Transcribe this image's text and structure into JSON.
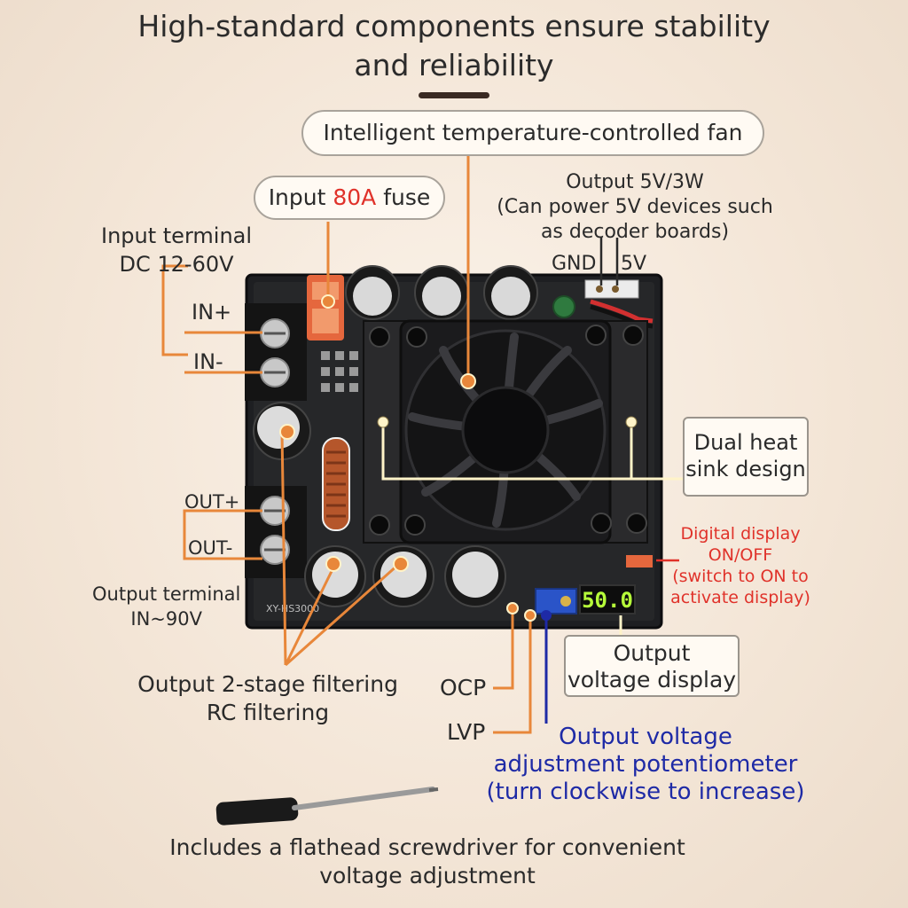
{
  "title_line1": "High-standard components ensure stability",
  "title_line2": "and reliability",
  "callouts": {
    "fan": "Intelligent temperature-controlled fan",
    "fuse_prefix": "Input ",
    "fuse_highlight": "80A",
    "fuse_suffix": " fuse",
    "input_terminal_1": "Input terminal",
    "input_terminal_2": "DC 12-60V",
    "in_plus": "IN+",
    "in_minus": "IN-",
    "output_5v_1": "Output 5V/3W",
    "output_5v_2": "(Can power 5V devices such",
    "output_5v_3": "as decoder boards)",
    "gnd": "GND",
    "five_v": "5V",
    "heat_sink_1": "Dual heat",
    "heat_sink_2": "sink design",
    "out_plus": "OUT+",
    "out_minus": "OUT-",
    "output_terminal_1": "Output terminal",
    "output_terminal_2": "IN~90V",
    "digital_display_1": "Digital display",
    "digital_display_2": "ON/OFF",
    "digital_display_3": "(switch to ON to",
    "digital_display_4": "activate display)",
    "filtering_1": "Output 2-stage filtering",
    "filtering_2": "RC filtering",
    "ocp": "OCP",
    "lvp": "LVP",
    "voltage_display_1": "Output",
    "voltage_display_2": "voltage display",
    "pot_1": "Output voltage",
    "pot_2": "adjustment potentiometer",
    "pot_3": "(turn clockwise to increase)",
    "screwdriver_1": "Includes a flathead screwdriver for convenient",
    "screwdriver_2": "voltage adjustment"
  },
  "board": {
    "model_text": "XY-HS3000",
    "display_reading": "50.0"
  },
  "colors": {
    "accent_orange": "#e8873a",
    "accent_red": "#e0322a",
    "accent_blue": "#1e2aa6",
    "line_cream": "#fff3c8",
    "display_green": "#b6ff3a"
  }
}
